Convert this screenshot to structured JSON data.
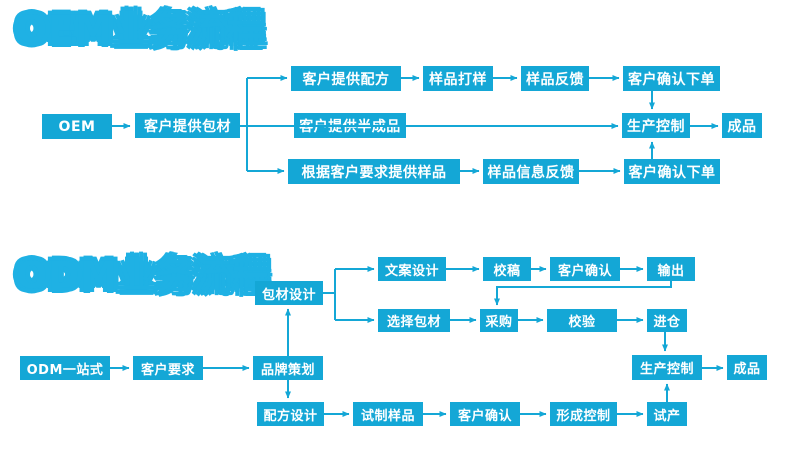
{
  "colors": {
    "accent": "#14a7d6",
    "title": "#1fb1e4",
    "box_text": "#ffffff",
    "background": "#ffffff"
  },
  "oem": {
    "title": "OEM业务流程",
    "nodes": {
      "start": "OEM",
      "packaging": "客户提供包材",
      "formula": "客户提供配方",
      "sample_making": "样品打样",
      "sample_feedback": "样品反馈",
      "confirm_order_top": "客户确认下单",
      "semi_finished": "客户提供半成品",
      "production_control": "生产控制",
      "finished": "成品",
      "sample_by_request": "根据客户要求提供样品",
      "sample_info_feedback": "样品信息反馈",
      "confirm_order_bottom": "客户确认下单"
    }
  },
  "odm": {
    "title": "ODM业务流程",
    "nodes": {
      "start": "ODM一站式",
      "customer_request": "客户要求",
      "brand_planning": "品牌策划",
      "packaging_design": "包材设计",
      "copy_design": "文案设计",
      "proofreading": "校稿",
      "customer_confirm_top": "客户确认",
      "output": "输出",
      "select_packaging": "选择包材",
      "purchase": "采购",
      "verification": "校验",
      "warehouse": "进仓",
      "formula_design": "配方设计",
      "trial_sample": "试制样品",
      "customer_confirm_bottom": "客户确认",
      "form_control": "形成控制",
      "trial_production": "试产",
      "production_control": "生产控制",
      "finished": "成品"
    }
  }
}
